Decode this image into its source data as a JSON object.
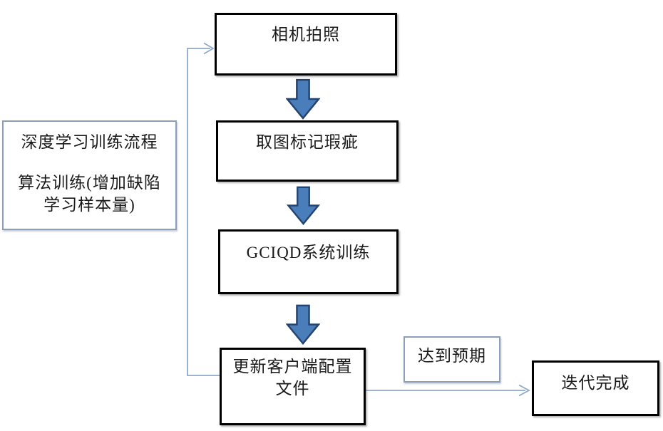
{
  "diagram": {
    "note": {
      "line1": "深度学习训练流程",
      "line2": "算法训练(增加缺陷",
      "line3": "学习样本量)"
    },
    "flow": {
      "step1": "相机拍照",
      "step2": "取图标记瑕疵",
      "step3": "GCIQD系统训练",
      "step4_line1": "更新客户端配置",
      "step4_line2": "文件",
      "branch_condition": "达到预期",
      "end_state": "迭代完成"
    }
  },
  "colors": {
    "thick_border": "#000000",
    "thin_border": "#8c9fba",
    "connector": "#8ea9cc",
    "arrow_fill": "#4a7ebb",
    "arrow_border": "#24436e",
    "background": "#ffffff"
  }
}
